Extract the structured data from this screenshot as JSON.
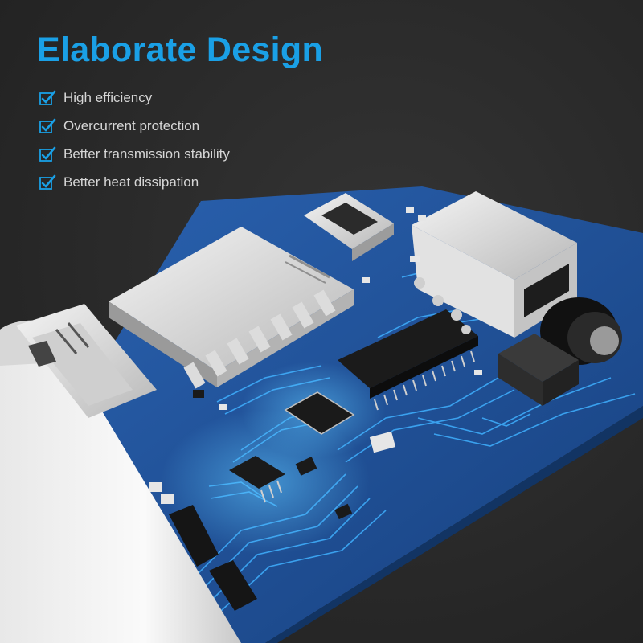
{
  "heading": "Elaborate Design",
  "features": [
    {
      "label": "High efficiency"
    },
    {
      "label": "Overcurrent protection"
    },
    {
      "label": "Better transmission stability"
    },
    {
      "label": "Better heat dissipation"
    }
  ],
  "colors": {
    "accent": "#1aa0e6",
    "background": "#262626",
    "board": "#1f4e96",
    "trace": "#3fb0ff",
    "chip": "#1c1c1c",
    "metal": "#d9d9d9",
    "housing": "#f0f0f0"
  },
  "icons": {
    "feature_bullet": "checkbox-check-icon"
  }
}
